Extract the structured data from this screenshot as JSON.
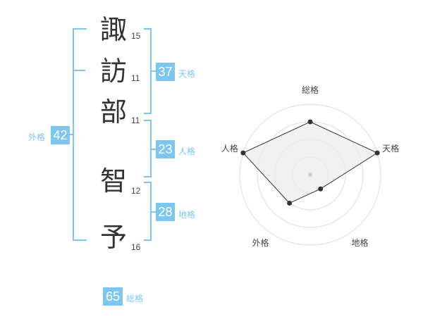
{
  "name": [
    {
      "char": "諏",
      "strokes": "15"
    },
    {
      "char": "訪",
      "strokes": "11"
    },
    {
      "char": "部",
      "strokes": "11"
    },
    {
      "char": "智",
      "strokes": "12"
    },
    {
      "char": "予",
      "strokes": "16"
    }
  ],
  "kaku": {
    "tenkaku": {
      "value": "37",
      "label": "天格"
    },
    "jinkaku": {
      "value": "23",
      "label": "人格"
    },
    "chikaku": {
      "value": "28",
      "label": "地格"
    },
    "gaikaku": {
      "value": "42",
      "label": "外格"
    },
    "soukaku": {
      "value": "65",
      "label": "総格"
    }
  },
  "chart_data": {
    "type": "radar",
    "axes": [
      "総格",
      "天格",
      "地格",
      "外格",
      "人格"
    ],
    "rings": 4,
    "max": 4,
    "values": [
      3,
      4,
      1,
      2,
      4
    ],
    "grid": true,
    "colors": {
      "fill": "#ececec",
      "line": "#333333",
      "ring": "#dddddd",
      "accent": "#7cc6ef"
    }
  }
}
